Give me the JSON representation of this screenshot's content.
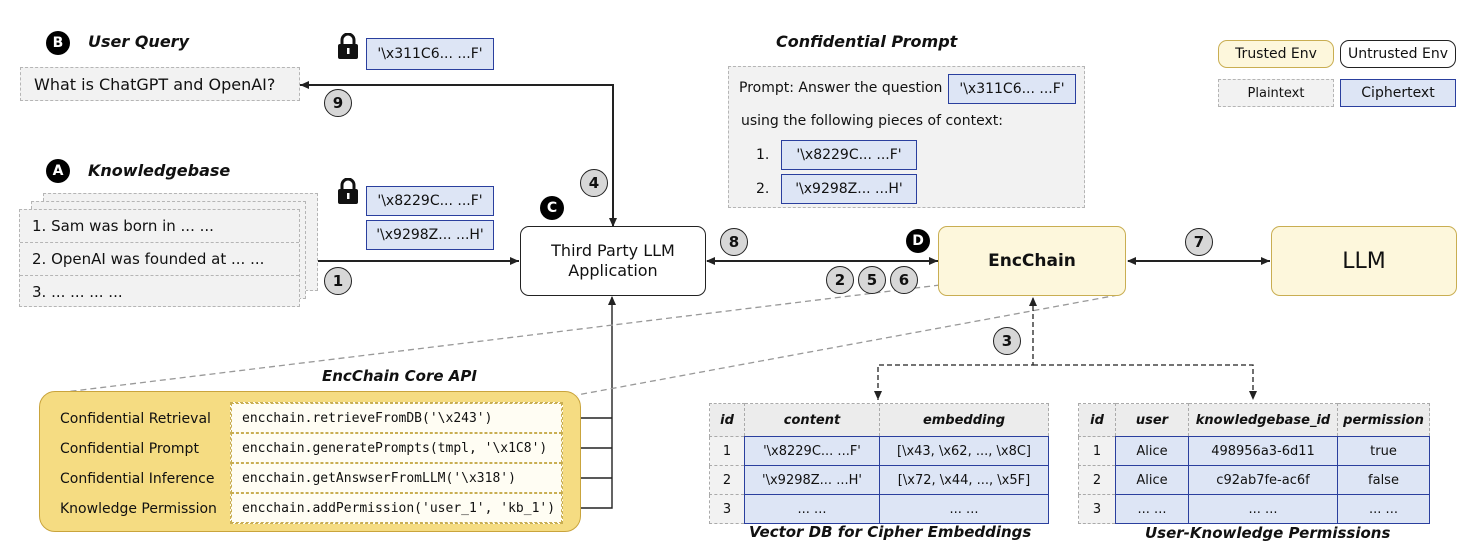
{
  "labels": {
    "b": "B",
    "a": "A",
    "c": "C",
    "d": "D",
    "user_query": "User Query",
    "knowledgebase": "Knowledgebase",
    "confidential_prompt": "Confidential Prompt",
    "core_api": "EncChain Core API",
    "vector_db": "Vector DB for Cipher Embeddings",
    "permissions": "User-Knowledge Permissions"
  },
  "query_text": "What is ChatGPT and OpenAI?",
  "cipher_query": "'\\x311C6... ...F'",
  "cipher_kb1": "'\\x8229C... ...F'",
  "cipher_kb2": "'\\x9298Z... ...H'",
  "kb_items": [
    "1. Sam was born in ... ...",
    "2. OpenAI was founded at ... ...",
    "3. ... ... ... ..."
  ],
  "prompt": {
    "line1": "Prompt: Answer the question",
    "cipher": "'\\x311C6... ...F'",
    "line2": "using the following pieces of context:",
    "n1": "1.",
    "c1": "'\\x8229C... ...F'",
    "n2": "2.",
    "c2": "'\\x9298Z... ...H'"
  },
  "legend": {
    "trusted": "Trusted Env",
    "untrusted": "Untrusted Env",
    "plaintext": "Plaintext",
    "ciphertext": "Ciphertext"
  },
  "nodes": {
    "app": "Third Party LLM Application",
    "encchain": "EncChain",
    "llm": "LLM"
  },
  "steps": [
    "1",
    "2",
    "3",
    "4",
    "5",
    "6",
    "7",
    "8",
    "9"
  ],
  "api": [
    {
      "label": "Confidential Retrieval",
      "code": "encchain.retrieveFromDB('\\x243')"
    },
    {
      "label": "Confidential Prompt",
      "code": "encchain.generatePrompts(tmpl, '\\x1C8')"
    },
    {
      "label": "Confidential Inference",
      "code": "encchain.getAnswserFromLLM('\\x318')"
    },
    {
      "label": "Knowledge Permission",
      "code": "encchain.addPermission('user_1', 'kb_1')"
    }
  ],
  "vector_table": {
    "headers": [
      "id",
      "content",
      "embedding"
    ],
    "rows": [
      [
        "1",
        "'\\x8229C... ...F'",
        "[\\x43, \\x62, ..., \\x8C]"
      ],
      [
        "2",
        "'\\x9298Z... ...H'",
        "[\\x72, \\x44, ..., \\x5F]"
      ],
      [
        "3",
        "... ...",
        "... ..."
      ]
    ]
  },
  "perm_table": {
    "headers": [
      "id",
      "user",
      "knowledgebase_id",
      "permission"
    ],
    "rows": [
      [
        "1",
        "Alice",
        "498956a3-6d11",
        "true"
      ],
      [
        "2",
        "Alice",
        "c92ab7fe-ac6f",
        "false"
      ],
      [
        "3",
        "... ...",
        "... ...",
        "... ..."
      ]
    ]
  }
}
